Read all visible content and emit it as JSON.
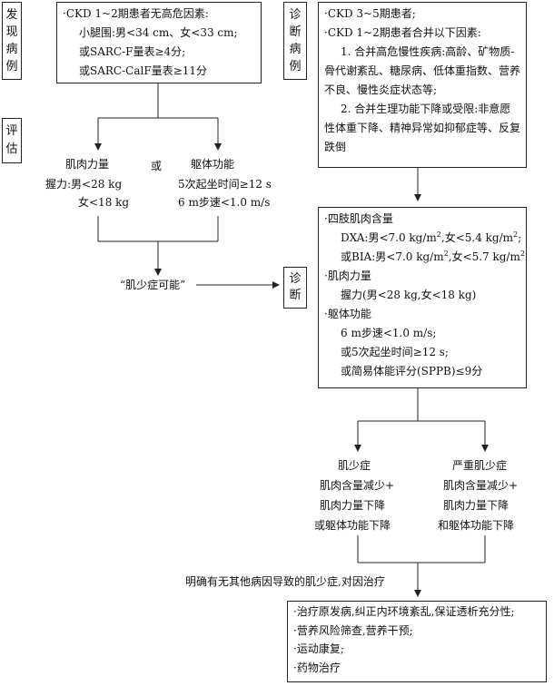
{
  "left_label_top": [
    "发",
    "现",
    "病",
    "例"
  ],
  "left_label_mid": [
    "评",
    "估"
  ],
  "diag_label_top": [
    "诊",
    "断",
    "病",
    "例"
  ],
  "diag_label_mid": [
    "诊",
    "断"
  ],
  "box1": {
    "title": "·CKD 1~2期患者无高危因素:",
    "line1": "小腿围:男<34 cm、女<33 cm;",
    "line2": "或SARC-F量表≥4分;",
    "line3": "或SARC-CalF量表≥11分"
  },
  "box2": {
    "line1": "·CKD 3~5期患者;",
    "line2": "·CKD 1~2期患者合并以下因素:",
    "para1": "1. 合并高危慢性疾病:高龄、矿物质-骨代谢紊乱、糖尿病、低体重指数、营养不良、慢性炎症状态等;",
    "para2": "2. 合并生理功能下降或受限:非意愿性体重下降、精神异常如抑郁症等、反复跌倒"
  },
  "assess": {
    "strength_title": "肌肉力量",
    "strength_line1": "握力:男<28 kg",
    "strength_line2": "女<18 kg",
    "or": "或",
    "function_title": "躯体功能",
    "function_line1": "5次起坐时间≥12 s",
    "function_line2": "6 m步速<1.0 m/s",
    "possible": "“肌少症可能”"
  },
  "box3": {
    "mass_title": "·四肢肌肉含量",
    "dxa_prefix": "DXA:男<7.0 kg/m",
    "dxa_mid": ",女<5.4 kg/m",
    "dxa_end": ";",
    "bia_prefix": "或BIA:男<7.0 kg/m",
    "bia_mid": ",女<5.7 kg/m",
    "sq": "2",
    "strength_title": "·肌肉力量",
    "strength_line": "握力(男<28 kg,女<18 kg)",
    "function_title": "·躯体功能",
    "func1": "6 m步速<1.0 m/s;",
    "func2": "或5次起坐时间≥12 s;",
    "func3": "或简易体能评分(SPPB)≤9分"
  },
  "outcome_left": {
    "title": "肌少症",
    "l1": "肌肉含量减少+",
    "l2": "肌肉力量下降",
    "l3": "或躯体功能下降"
  },
  "outcome_right": {
    "title": "严重肌少症",
    "l1": "肌肉含量减少+",
    "l2": "肌肉力量下降",
    "l3": "和躯体功能下降"
  },
  "treat_note": "明确有无其他病因导致的肌少症,对因治疗",
  "treatment": {
    "l1": "·治疗原发病,纠正内环境紊乱,保证透析充分性;",
    "l2": "·营养风险筛查,营养干预;",
    "l3": "·运动康复;",
    "l4": "·药物治疗"
  }
}
